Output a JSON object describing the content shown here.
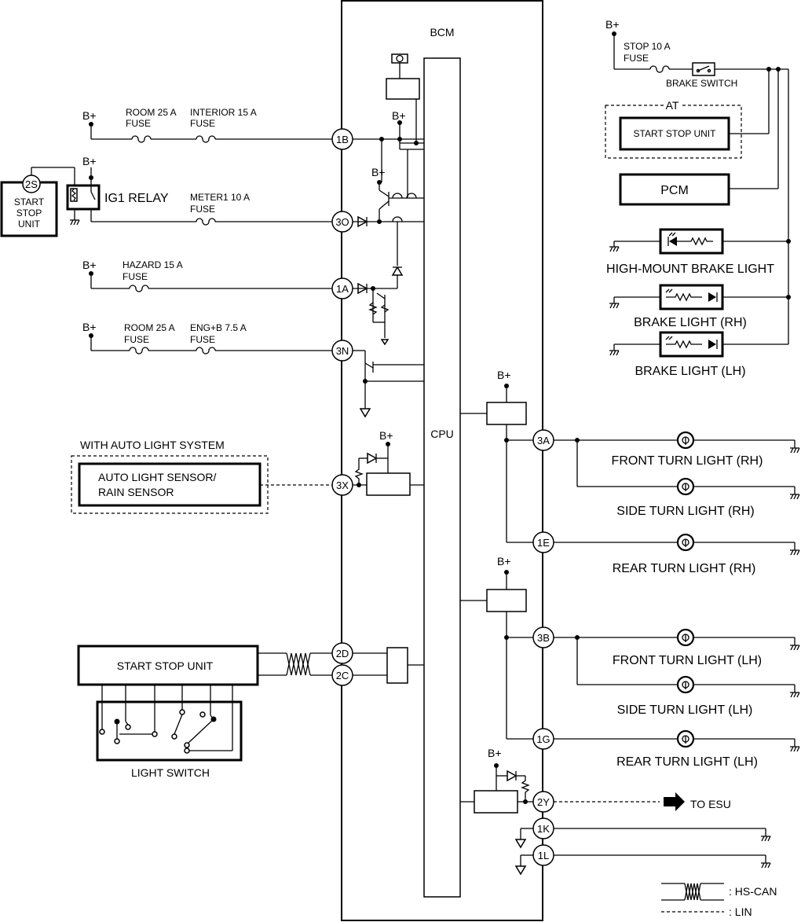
{
  "bcm": {
    "title": "BCM",
    "cpu": "CPU"
  },
  "supply": "B+",
  "pins": {
    "p1B": "1B",
    "p3O": "3O",
    "p1A": "1A",
    "p3N": "3N",
    "p3X": "3X",
    "p2D": "2D",
    "p2C": "2C",
    "p3A": "3A",
    "p1E": "1E",
    "p3B": "3B",
    "p1G": "1G",
    "p2Y": "2Y",
    "p1K": "1K",
    "p1L": "1L",
    "p2S": "2S"
  },
  "fuses": {
    "room25_1": [
      "ROOM 25 A",
      "FUSE"
    ],
    "interior15": [
      "INTERIOR 15 A",
      "FUSE"
    ],
    "meter1": [
      "METER1 10 A",
      "FUSE"
    ],
    "hazard15": [
      "HAZARD 15 A",
      "FUSE"
    ],
    "room25_2": [
      "ROOM 25 A",
      "FUSE"
    ],
    "engb": [
      "ENG+B 7.5 A",
      "FUSE"
    ],
    "stop10": [
      "STOP 10 A",
      "FUSE"
    ]
  },
  "left": {
    "ss_unit_small": [
      "START",
      "STOP",
      "UNIT"
    ],
    "ig1_relay": "IG1 RELAY",
    "auto_light_group": "WITH AUTO LIGHT SYSTEM",
    "auto_light_sensor": [
      "AUTO LIGHT SENSOR/",
      "RAIN SENSOR"
    ],
    "start_stop_unit": "START STOP UNIT",
    "light_switch": "LIGHT SWITCH"
  },
  "right": {
    "brake_switch": "BRAKE SWITCH",
    "at_group": "AT",
    "at_start_stop_unit": "START STOP UNIT",
    "pcm": "PCM",
    "high_mount": "HIGH-MOUNT BRAKE LIGHT",
    "brake_rh": "BRAKE LIGHT (RH)",
    "brake_lh": "BRAKE LIGHT (LH)",
    "front_turn_rh": "FRONT TURN LIGHT (RH)",
    "side_turn_rh": "SIDE TURN LIGHT (RH)",
    "rear_turn_rh": "REAR TURN LIGHT (RH)",
    "front_turn_lh": "FRONT TURN LIGHT (LH)",
    "side_turn_lh": "SIDE TURN LIGHT (LH)",
    "rear_turn_lh": "REAR TURN LIGHT (LH)",
    "to_esu": "TO ESU"
  },
  "legend": {
    "hscan": ": HS-CAN",
    "lin": ": LIN"
  },
  "icons": {
    "fuse": "fuse-symbol",
    "bulb": "bulb-icon",
    "led": "led-icon",
    "ground": "ground-icon",
    "twisted": "twisted-pair-icon",
    "arrow": "arrow-right-icon"
  }
}
